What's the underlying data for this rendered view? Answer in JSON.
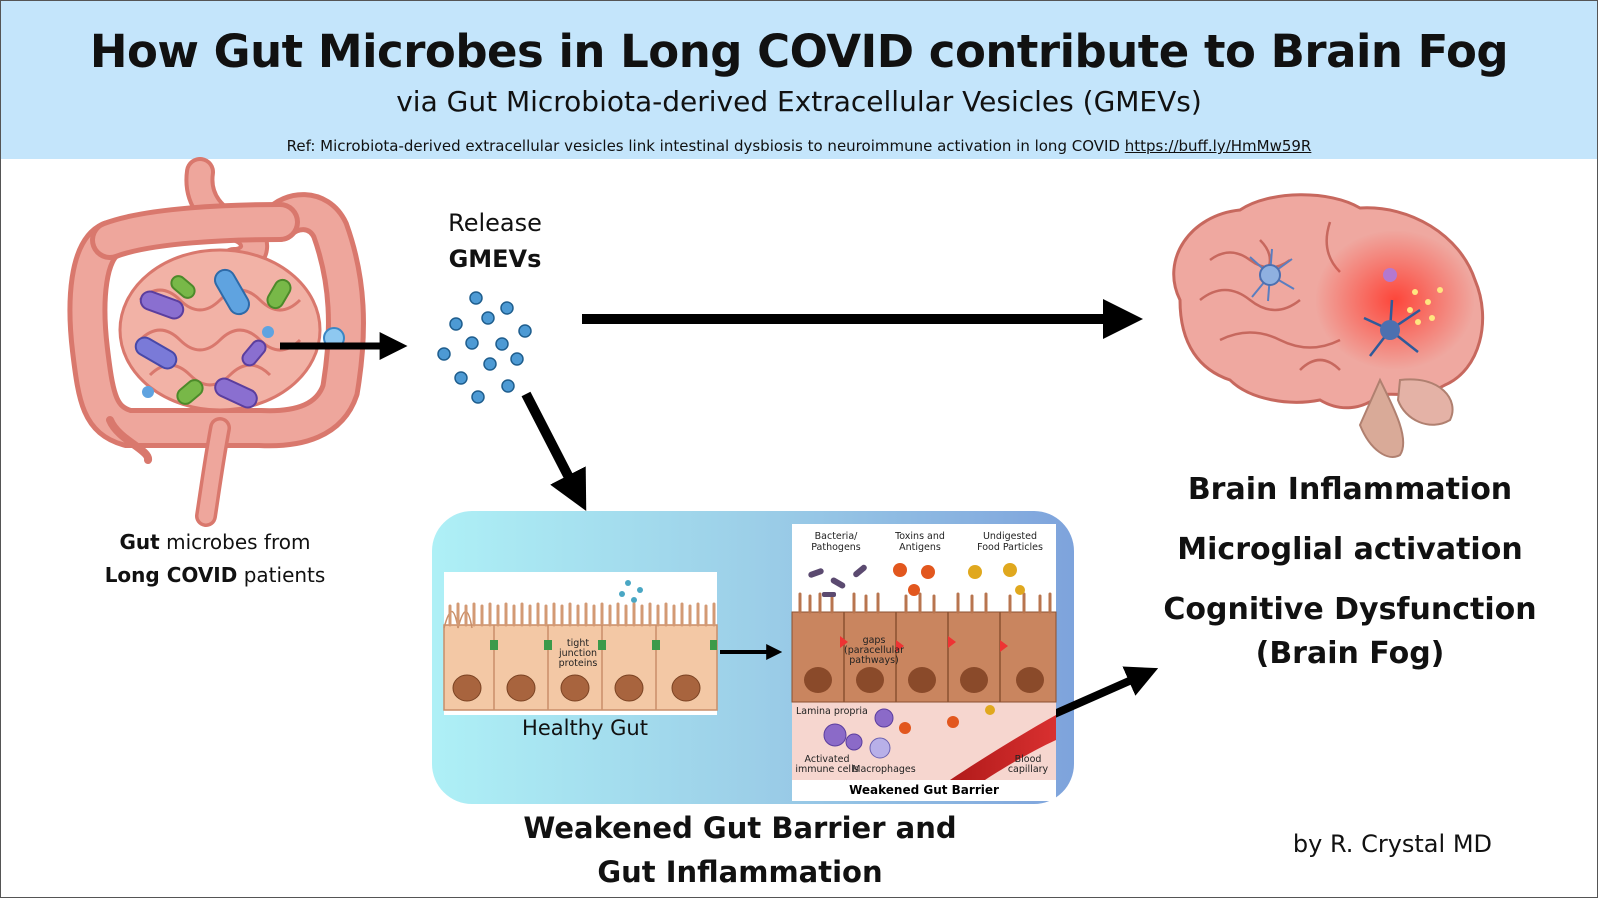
{
  "header": {
    "title": "How Gut Microbes in Long COVID contribute to Brain Fog",
    "subtitle": "via Gut Microbiota-derived Extracellular Vesicles (GMEVs)",
    "ref_text": "Ref: Microbiota-derived extracellular vesicles link intestinal dysbiosis to neuroimmune activation in long COVID ",
    "ref_link": "https://buff.ly/HmMw59R"
  },
  "gut": {
    "label_line1_bold": "Gut",
    "label_line1_rest": " microbes from",
    "label_line2_bold": "Long COVID",
    "label_line2_rest": " patients"
  },
  "release": {
    "line1": "Release",
    "line2": "GMEVs"
  },
  "healthy": {
    "label": "Healthy Gut",
    "tight_junction": [
      "tight",
      "junction",
      "proteins"
    ]
  },
  "weakened_image": {
    "bacteria": [
      "Bacteria/",
      "Pathogens"
    ],
    "toxins": [
      "Toxins and",
      "Antigens"
    ],
    "food": [
      "Undigested",
      "Food Particles"
    ],
    "gaps": [
      "gaps",
      "(paracellular",
      "pathways)"
    ],
    "lamina": "Lamina propria",
    "activated": [
      "Activated",
      "immune cells"
    ],
    "macrophages": "Macrophages",
    "blood": [
      "Blood",
      "capillary"
    ],
    "caption": "Weakened Gut Barrier"
  },
  "weakened_label": [
    "Weakened Gut Barrier and",
    "Gut Inflammation"
  ],
  "brain": {
    "line1": "Brain Inflammation",
    "line2": "Microglial activation",
    "line3a": "Cognitive Dysfunction",
    "line3b": "(Brain Fog)"
  },
  "author": "by R. Crystal MD",
  "colors": {
    "header_bg": "#c4e5fb",
    "arrow": "#000000",
    "gut_pink": "#e8948a",
    "vesicle_blue": "#3a86c4"
  }
}
